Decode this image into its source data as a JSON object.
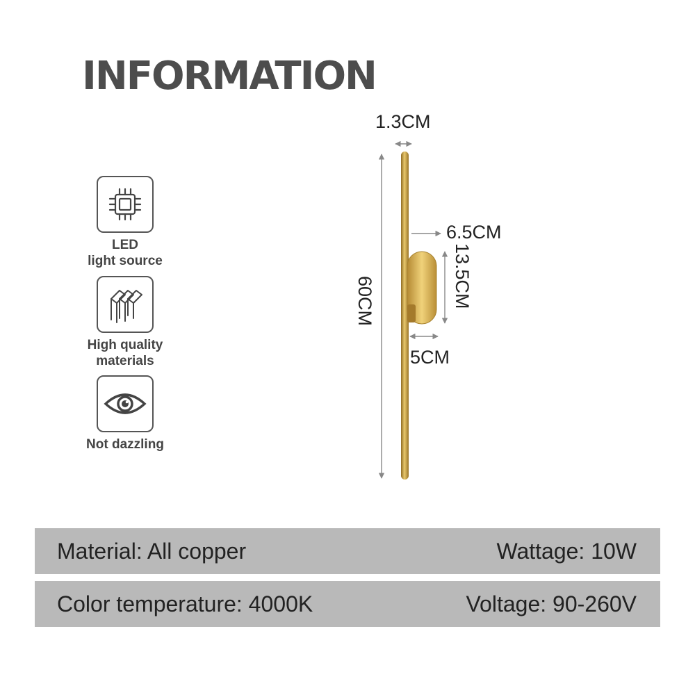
{
  "title": "INFORMATION",
  "features": [
    {
      "icon": "chip-icon",
      "lines": [
        "LED",
        "light source"
      ]
    },
    {
      "icon": "layers-icon",
      "lines": [
        "High quality",
        "materials"
      ]
    },
    {
      "icon": "eye-icon",
      "lines": [
        "Not dazzling"
      ]
    }
  ],
  "dimensions": {
    "depth": "1.3CM",
    "height": "60CM",
    "base_offset": "6.5CM",
    "base_height": "13.5CM",
    "base_width": "5CM"
  },
  "specs": {
    "row1_left": "Material: All copper",
    "row1_right": "Wattage: 10W",
    "row2_left": "Color temperature: 4000K",
    "row2_right": "Voltage: 90-260V"
  },
  "colors": {
    "gold": "#c9a449",
    "band": "#b9b9b9",
    "title": "#4d4d4d"
  }
}
